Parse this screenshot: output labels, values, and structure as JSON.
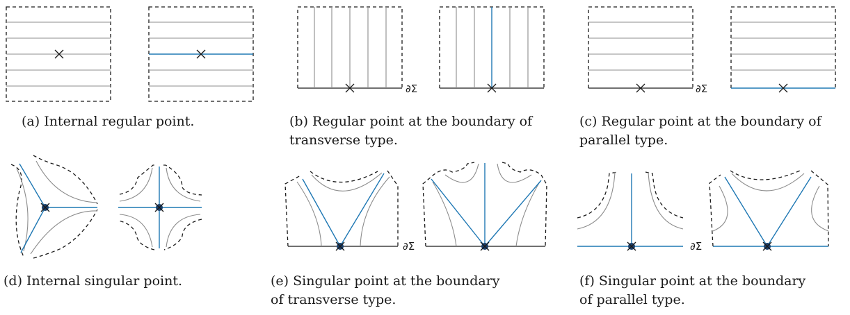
{
  "captions": {
    "a": "(a) Internal regular point.",
    "b_line1": "(b) Regular point at the boundary of",
    "b_line2": "transverse type.",
    "c_line1": "(c) Regular point at the boundary of",
    "c_line2": "parallel type.",
    "d": "(d) Internal singular point.",
    "e_line1": "(e) Singular point at the boundary",
    "e_line2": "of transverse type.",
    "f_line1": "(f) Singular point at the boundary",
    "f_line2": "of parallel type."
  },
  "boundary_label": "∂Σ",
  "colors": {
    "leaf": "#8c8c8c",
    "separatrix": "#1f78b4",
    "singular_dot": "#1a3f6b",
    "ink": "#1a1a1a"
  }
}
